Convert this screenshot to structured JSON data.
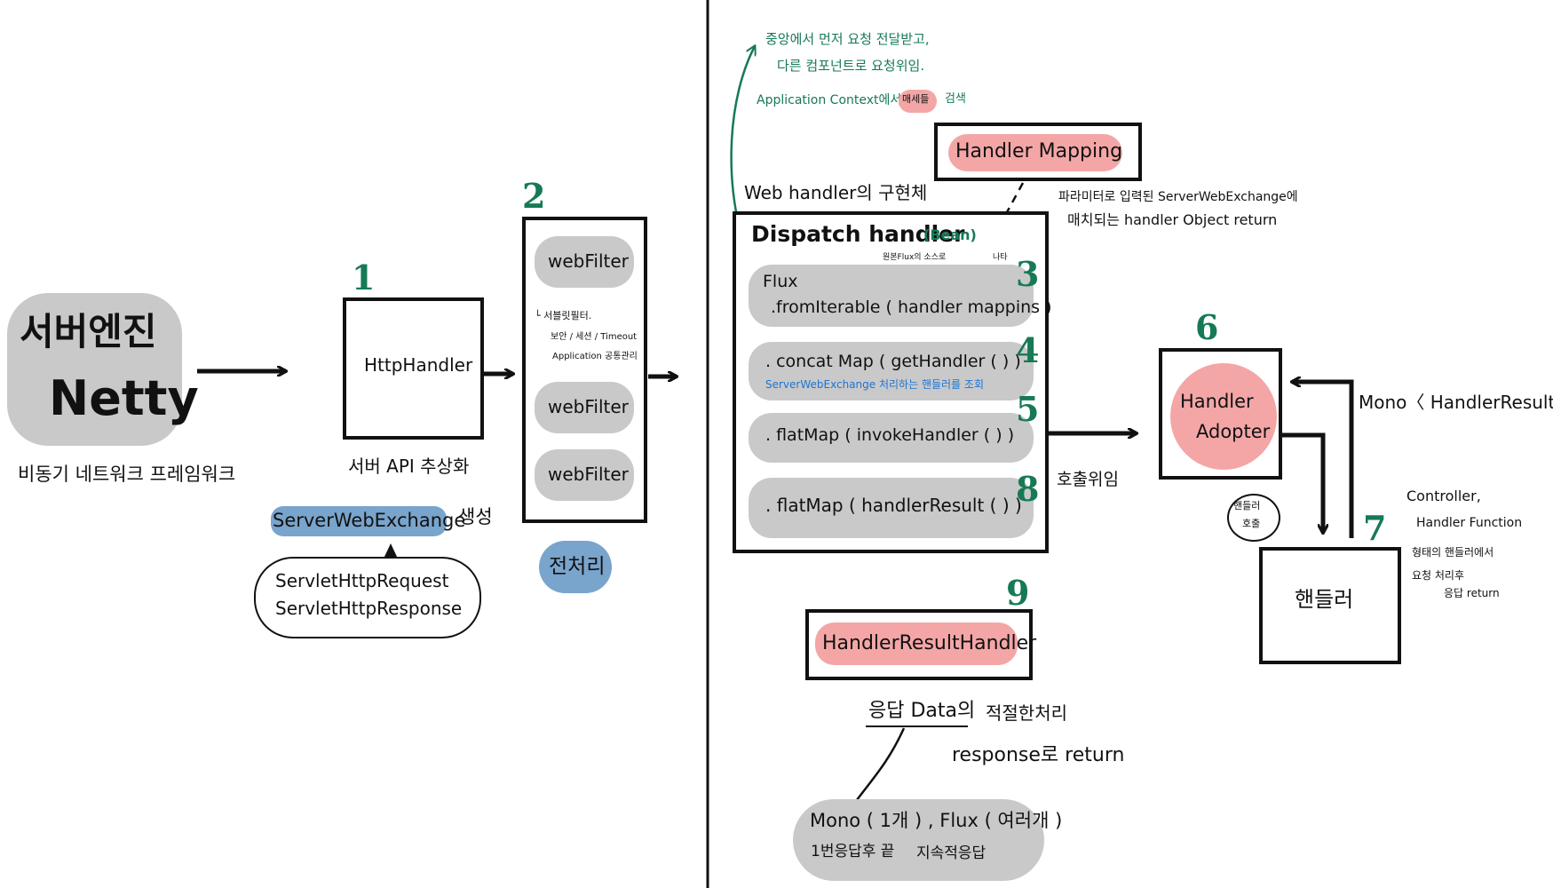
{
  "left": {
    "server_engine": {
      "line1": "서버엔진",
      "line2": "Netty",
      "caption": "비동기 네트워크 프레임워크"
    },
    "http_handler": {
      "num": "1",
      "label": "HttpHandler",
      "caption": "서버 API 추상화",
      "exchange_highlight": "ServerWebExchange",
      "exchange_suffix": "생성",
      "bubble_line1": "ServletHttpRequest",
      "bubble_line2": "ServletHttpResponse"
    },
    "filters": {
      "num": "2",
      "items": [
        "webFilter",
        "webFilter",
        "webFilter"
      ],
      "note_line1": "└ 서블릿필터.",
      "note_line2": "보안 / 세션 / Timeout",
      "note_line3": "Application 공통관리",
      "caption": "전처리"
    }
  },
  "right": {
    "top_note": {
      "line1": "중앙에서 먼저 요청 전달받고,",
      "line2": "다른 컴포넌트로 요청위임.",
      "line3_prefix": "Application Context에서",
      "line3_highlight": "매세들",
      "line3_suffix": "검색"
    },
    "handler_mapping": {
      "label": "Handler Mapping",
      "note_line1": "파라미터로 입력된 ServerWebExchange에",
      "note_line2": "매치되는 handler Object return"
    },
    "dispatch": {
      "heading": "Web handler의 구현체",
      "title": "Dispatch handler",
      "bean": "(Bean)",
      "small_note": "원본Flux의 소스로",
      "small_note2": "나타",
      "steps": [
        {
          "num": "3",
          "line1": "Flux",
          "line2": ".fromIterable ( handler mappins )"
        },
        {
          "num": "4",
          "line1": ". concat Map ( getHandler ( ) )",
          "line2": "ServerWebExchange 처리하는 핸들러를 조회"
        },
        {
          "num": "5",
          "line1": ". flatMap ( invokeHandler ( ) )"
        },
        {
          "num": "8",
          "line1": ". flatMap ( handlerResult ( ) )"
        }
      ],
      "delegate": "호출위임"
    },
    "adapter": {
      "num": "6",
      "line1": "Handler",
      "line2": "Adopter",
      "return": "Mono〈 HandlerResult 〉"
    },
    "handler": {
      "num": "7",
      "label": "핸들러",
      "call_line1": "핸들러",
      "call_line2": "호출",
      "note_line1": "Controller,",
      "note_line2": "Handler Function",
      "note_line3": "형태의 핸들러에서",
      "note_line4": "요청 처리후",
      "note_line5": "응답 return"
    },
    "result_handler": {
      "num": "9",
      "label": "HandlerResultHandler",
      "caption_line1_u": "응답 Data의",
      "caption_line1": "적절한처리",
      "caption_line2": "response로 return",
      "bubble_line1": "Mono ( 1개 ) , Flux ( 여러개 )",
      "bubble_line2a": "1번응답후 끝",
      "bubble_line2b": "지속적응답"
    }
  },
  "colors": {
    "green": "#167a55",
    "pink": "#f4a6a6",
    "gray": "#c9c9c9",
    "blue": "#79a4cc",
    "link_blue": "#1b74d6"
  }
}
